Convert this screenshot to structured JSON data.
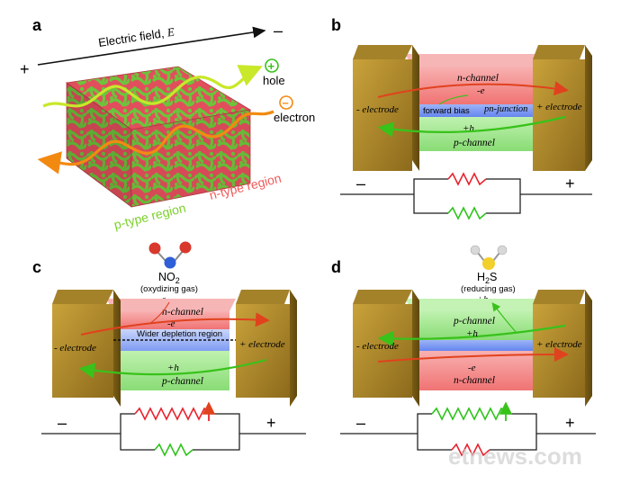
{
  "panels": {
    "a": {
      "letter": "a",
      "field_label": "Electric field, ",
      "field_symbol": "E",
      "plus_sign": "+",
      "minus_sign": "–",
      "hole_symbol": "+",
      "hole_label": "hole",
      "electron_symbol": "–",
      "electron_label": "electron",
      "p_region": "p-type region",
      "n_region": "n-type region"
    },
    "b": {
      "letter": "b",
      "n_channel": "n-channel",
      "p_channel": "p-channel",
      "minus_e": "-e",
      "plus_h": "+h",
      "forward_bias": "forward bias",
      "pn_junction": "pn-junction",
      "left_electrode": "- electrode",
      "right_electrode": "+ electrode",
      "circuit_minus": "–",
      "circuit_plus": "+"
    },
    "c": {
      "letter": "c",
      "gas_formula": "NO",
      "gas_subscript": "2",
      "gas_note": "(oxydizing gas)",
      "gas_charge": "-e",
      "n_channel": "n-channel",
      "p_channel": "p-channel",
      "minus_e": "-e",
      "plus_h": "+h",
      "depletion": "Wider depletion region",
      "left_electrode": "- electrode",
      "right_electrode": "+ electrode",
      "circuit_minus": "–",
      "circuit_plus": "+"
    },
    "d": {
      "letter": "d",
      "gas_formula_1": "H",
      "gas_subscript": "2",
      "gas_formula_2": "S",
      "gas_note": "(reducing gas)",
      "gas_charge": "+h",
      "n_channel": "n-channel",
      "p_channel": "p-channel",
      "minus_e": "-e",
      "plus_h": "+h",
      "left_electrode": "- electrode",
      "right_electrode": "+ electrode",
      "circuit_minus": "–",
      "circuit_plus": "+"
    }
  },
  "watermark": "etnews.com",
  "colors": {
    "gold": "#b08a2a",
    "gold_dark": "#7a5d14",
    "n_red": "#f26b6b",
    "p_green": "#8ee07a",
    "junction_blue": "#6f8df0",
    "electron_arrow": "#e0421e",
    "hole_arrow": "#38c21a",
    "resistor_red": "#e8222e",
    "resistor_green": "#2ec41b",
    "orange": "#f28a12"
  }
}
